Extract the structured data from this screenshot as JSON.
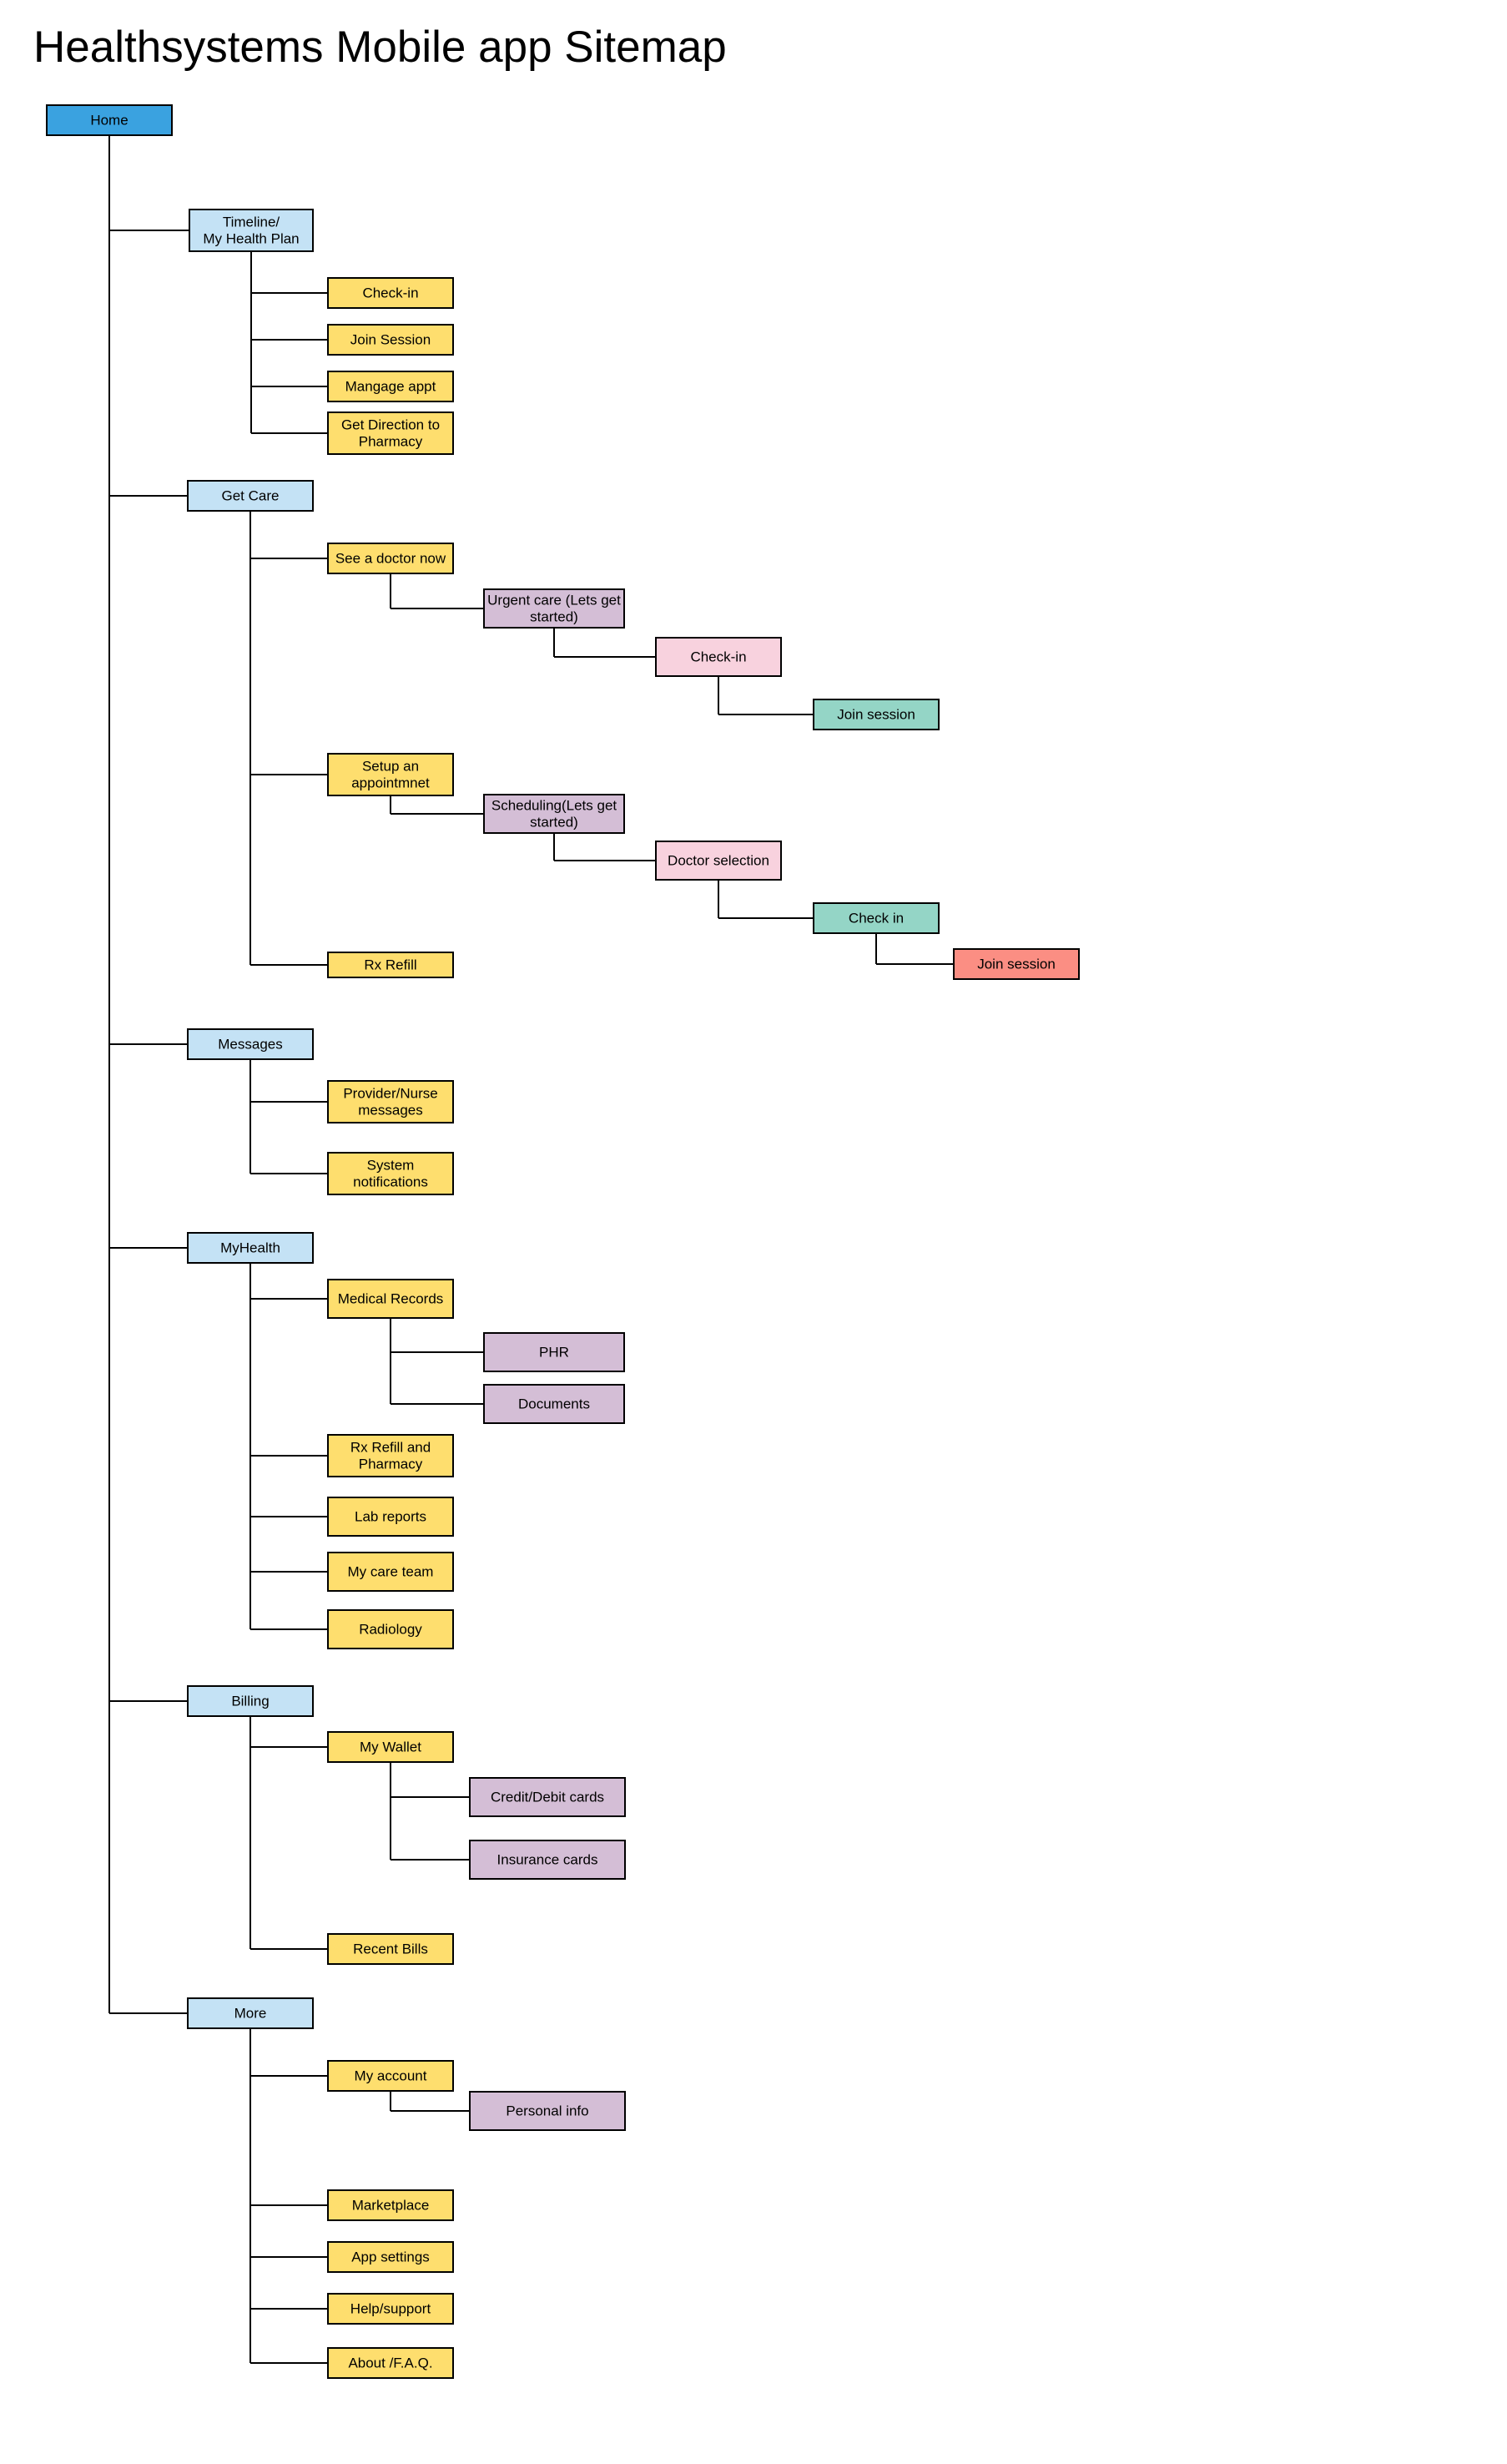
{
  "title": "Healthsystems Mobile app Sitemap",
  "colors": {
    "home": "#3aa2e0",
    "section": "#c4e2f5",
    "page": "#fede6e",
    "subpage": "#d4bed6",
    "flow_step": "#f8d2de",
    "confirm_step": "#94d5c6",
    "final_step": "#fb8e83",
    "line": "#000000"
  },
  "nodes": [
    {
      "id": "home",
      "name": "home-node",
      "lines": [
        "Home"
      ],
      "color": "home"
    },
    {
      "id": "timeline",
      "name": "timeline-my-health-plan-node",
      "lines": [
        "Timeline/",
        "My Health Plan"
      ],
      "color": "section"
    },
    {
      "id": "tl-checkin",
      "name": "check-in-node",
      "lines": [
        "Check-in"
      ],
      "color": "page"
    },
    {
      "id": "tl-join",
      "name": "join-session-node",
      "lines": [
        "Join Session"
      ],
      "color": "page"
    },
    {
      "id": "tl-manage",
      "name": "mangage-appt-node",
      "lines": [
        "Mangage appt"
      ],
      "color": "page"
    },
    {
      "id": "tl-direction",
      "name": "get-direction-to-pharmacy-node",
      "lines": [
        "Get Direction to",
        "Pharmacy"
      ],
      "color": "page"
    },
    {
      "id": "getcare",
      "name": "get-care-node",
      "lines": [
        "Get Care"
      ],
      "color": "section"
    },
    {
      "id": "gc-doctor",
      "name": "see-a-doctor-now-node",
      "lines": [
        "See a doctor now"
      ],
      "color": "page"
    },
    {
      "id": "gc-urgent",
      "name": "urgent-care-node",
      "lines": [
        "Urgent care (Lets get",
        "started)"
      ],
      "color": "subpage"
    },
    {
      "id": "gc-checkin",
      "name": "urgent-check-in-node",
      "lines": [
        "Check-in"
      ],
      "color": "flow_step"
    },
    {
      "id": "gc-join",
      "name": "urgent-join-session-node",
      "lines": [
        "Join session"
      ],
      "color": "confirm_step"
    },
    {
      "id": "gc-setup",
      "name": "setup-an-appointment-node",
      "lines": [
        "Setup an",
        "appointmnet"
      ],
      "color": "page"
    },
    {
      "id": "gc-sched",
      "name": "scheduling-node",
      "lines": [
        "Scheduling(Lets get",
        "started)"
      ],
      "color": "subpage"
    },
    {
      "id": "gc-docsel",
      "name": "doctor-selection-node",
      "lines": [
        "Doctor selection"
      ],
      "color": "flow_step"
    },
    {
      "id": "gc-sched-checkin",
      "name": "scheduling-check-in-node",
      "lines": [
        "Check in"
      ],
      "color": "confirm_step"
    },
    {
      "id": "gc-sched-join",
      "name": "scheduling-join-session-node",
      "lines": [
        "Join session"
      ],
      "color": "final_step"
    },
    {
      "id": "gc-rx",
      "name": "rx-refill-node",
      "lines": [
        "Rx Refill"
      ],
      "color": "page"
    },
    {
      "id": "messages",
      "name": "messages-node",
      "lines": [
        "Messages"
      ],
      "color": "section"
    },
    {
      "id": "msg-provider",
      "name": "provider-nurse-messages-node",
      "lines": [
        "Provider/Nurse",
        "messages"
      ],
      "color": "page"
    },
    {
      "id": "msg-system",
      "name": "system-notifications-node",
      "lines": [
        "System",
        "notifications"
      ],
      "color": "page"
    },
    {
      "id": "myhealth",
      "name": "myhealth-node",
      "lines": [
        "MyHealth"
      ],
      "color": "section"
    },
    {
      "id": "mh-records",
      "name": "medical-records-node",
      "lines": [
        "Medical Records"
      ],
      "color": "page"
    },
    {
      "id": "mh-phr",
      "name": "phr-node",
      "lines": [
        "PHR"
      ],
      "color": "subpage"
    },
    {
      "id": "mh-docs",
      "name": "documents-node",
      "lines": [
        "Documents"
      ],
      "color": "subpage"
    },
    {
      "id": "mh-rx",
      "name": "rx-refill-and-pharmacy-node",
      "lines": [
        "Rx Refill and",
        "Pharmacy"
      ],
      "color": "page"
    },
    {
      "id": "mh-lab",
      "name": "lab-reports-node",
      "lines": [
        "Lab reports"
      ],
      "color": "page"
    },
    {
      "id": "mh-team",
      "name": "my-care-team-node",
      "lines": [
        "My care team"
      ],
      "color": "page"
    },
    {
      "id": "mh-radio",
      "name": "radiology-node",
      "lines": [
        "Radiology"
      ],
      "color": "page"
    },
    {
      "id": "billing",
      "name": "billing-node",
      "lines": [
        "Billing"
      ],
      "color": "section"
    },
    {
      "id": "bl-wallet",
      "name": "my-wallet-node",
      "lines": [
        "My Wallet"
      ],
      "color": "page"
    },
    {
      "id": "bl-cards",
      "name": "credit-debit-cards-node",
      "lines": [
        "Credit/Debit cards"
      ],
      "color": "subpage"
    },
    {
      "id": "bl-insurance",
      "name": "insurance-cards-node",
      "lines": [
        "Insurance cards"
      ],
      "color": "subpage"
    },
    {
      "id": "bl-bills",
      "name": "recent-bills-node",
      "lines": [
        "Recent Bills"
      ],
      "color": "page"
    },
    {
      "id": "more",
      "name": "more-node",
      "lines": [
        "More"
      ],
      "color": "section"
    },
    {
      "id": "mo-account",
      "name": "my-account-node",
      "lines": [
        "My account"
      ],
      "color": "page"
    },
    {
      "id": "mo-personal",
      "name": "personal-info-node",
      "lines": [
        "Personal info"
      ],
      "color": "subpage"
    },
    {
      "id": "mo-market",
      "name": "marketplace-node",
      "lines": [
        "Marketplace"
      ],
      "color": "page"
    },
    {
      "id": "mo-settings",
      "name": "app-settings-node",
      "lines": [
        "App settings"
      ],
      "color": "page"
    },
    {
      "id": "mo-help",
      "name": "help-support-node",
      "lines": [
        "Help/support"
      ],
      "color": "page"
    },
    {
      "id": "mo-about",
      "name": "about-faq-node",
      "lines": [
        "About /F.A.Q."
      ],
      "color": "page"
    }
  ],
  "links": [
    [
      "home",
      "timeline"
    ],
    [
      "home",
      "getcare"
    ],
    [
      "home",
      "messages"
    ],
    [
      "home",
      "myhealth"
    ],
    [
      "home",
      "billing"
    ],
    [
      "home",
      "more"
    ],
    [
      "timeline",
      "tl-checkin"
    ],
    [
      "timeline",
      "tl-join"
    ],
    [
      "timeline",
      "tl-manage"
    ],
    [
      "timeline",
      "tl-direction"
    ],
    [
      "getcare",
      "gc-doctor"
    ],
    [
      "getcare",
      "gc-setup"
    ],
    [
      "getcare",
      "gc-rx"
    ],
    [
      "gc-doctor",
      "gc-urgent"
    ],
    [
      "gc-urgent",
      "gc-checkin"
    ],
    [
      "gc-checkin",
      "gc-join"
    ],
    [
      "gc-setup",
      "gc-sched"
    ],
    [
      "gc-sched",
      "gc-docsel"
    ],
    [
      "gc-docsel",
      "gc-sched-checkin"
    ],
    [
      "gc-sched-checkin",
      "gc-sched-join"
    ],
    [
      "messages",
      "msg-provider"
    ],
    [
      "messages",
      "msg-system"
    ],
    [
      "myhealth",
      "mh-records"
    ],
    [
      "myhealth",
      "mh-rx"
    ],
    [
      "myhealth",
      "mh-lab"
    ],
    [
      "myhealth",
      "mh-team"
    ],
    [
      "myhealth",
      "mh-radio"
    ],
    [
      "mh-records",
      "mh-phr"
    ],
    [
      "mh-records",
      "mh-docs"
    ],
    [
      "billing",
      "bl-wallet"
    ],
    [
      "billing",
      "bl-bills"
    ],
    [
      "bl-wallet",
      "bl-cards"
    ],
    [
      "bl-wallet",
      "bl-insurance"
    ],
    [
      "more",
      "mo-account"
    ],
    [
      "more",
      "mo-market"
    ],
    [
      "more",
      "mo-settings"
    ],
    [
      "more",
      "mo-help"
    ],
    [
      "more",
      "mo-about"
    ],
    [
      "mo-account",
      "mo-personal"
    ]
  ]
}
